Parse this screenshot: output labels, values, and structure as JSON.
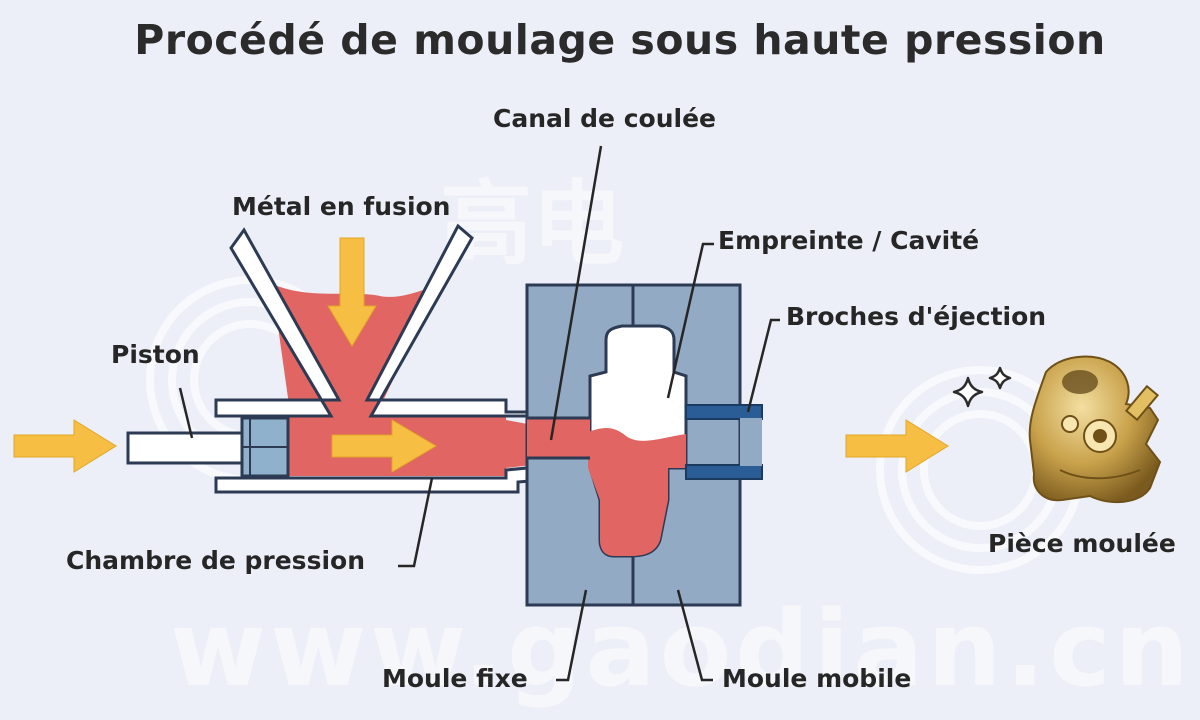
{
  "title": "Procédé de moulage sous haute pression",
  "labels": {
    "metal": "Métal en fusion",
    "piston": "Piston",
    "chamber": "Chambre de pression",
    "sprue": "Canal de coulée",
    "cavity": "Empreinte / Cavité",
    "ejector": "Broches d'éjection",
    "part": "Pièce moulée",
    "fixed_mold": "Moule fixe",
    "moving_mold": "Moule mobile"
  },
  "watermark": {
    "url": "www.gaodian.cn",
    "chars": "高电"
  },
  "colors": {
    "background": "#eceff7",
    "molten_metal": "#e06563",
    "mold": "#93aac4",
    "mold_outline": "#2c3a53",
    "arrow": "#f6bf44",
    "ejector_pin": "#2a5d96",
    "piston_head": "#8fb1cb",
    "part": "#c9a24b"
  },
  "icons": [
    "flow-arrow-icon",
    "sparkle-icon",
    "cast-part-icon"
  ]
}
